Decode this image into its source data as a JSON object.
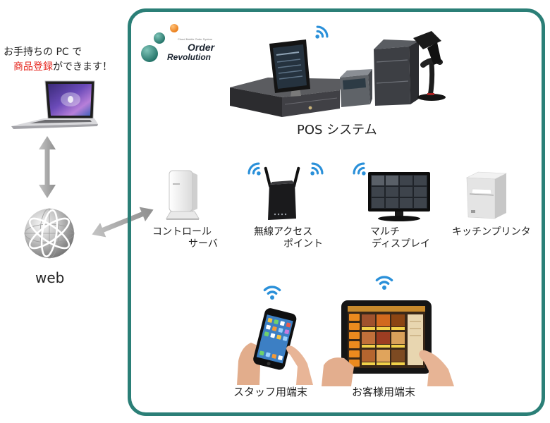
{
  "intro": {
    "line1": "お手持ちの PC で",
    "highlight": "商品登録",
    "line2_rest": "ができます！"
  },
  "web": {
    "label": "web"
  },
  "logo": {
    "tagline": "Cloud Mobile Order System",
    "word1": "Order",
    "word2": "Revolution"
  },
  "pos": {
    "label": "POS システム"
  },
  "control_server": {
    "line1": "コントロール",
    "line2": "サーバ"
  },
  "access_point": {
    "line1": "無線アクセス",
    "line2": "ポイント"
  },
  "multi_display": {
    "line1": "マルチ",
    "line2": "ディスプレイ"
  },
  "kitchen_printer": {
    "label": "キッチンプリンタ"
  },
  "staff_terminal": {
    "label": "スタッフ用端末"
  },
  "customer_terminal": {
    "label": "お客様用端末"
  },
  "colors": {
    "frame": "#2b7f77",
    "highlight_text": "#e5231b",
    "wifi": "#2a90d9",
    "arrow": "#a8a8a8",
    "logo_teal": "#2f8c7e",
    "logo_orange": "#f28a1a"
  },
  "icons": {
    "laptop": "laptop-icon",
    "globe": "globe-icon",
    "wifi": "wifi-icon",
    "arrow": "double-arrow-icon"
  }
}
